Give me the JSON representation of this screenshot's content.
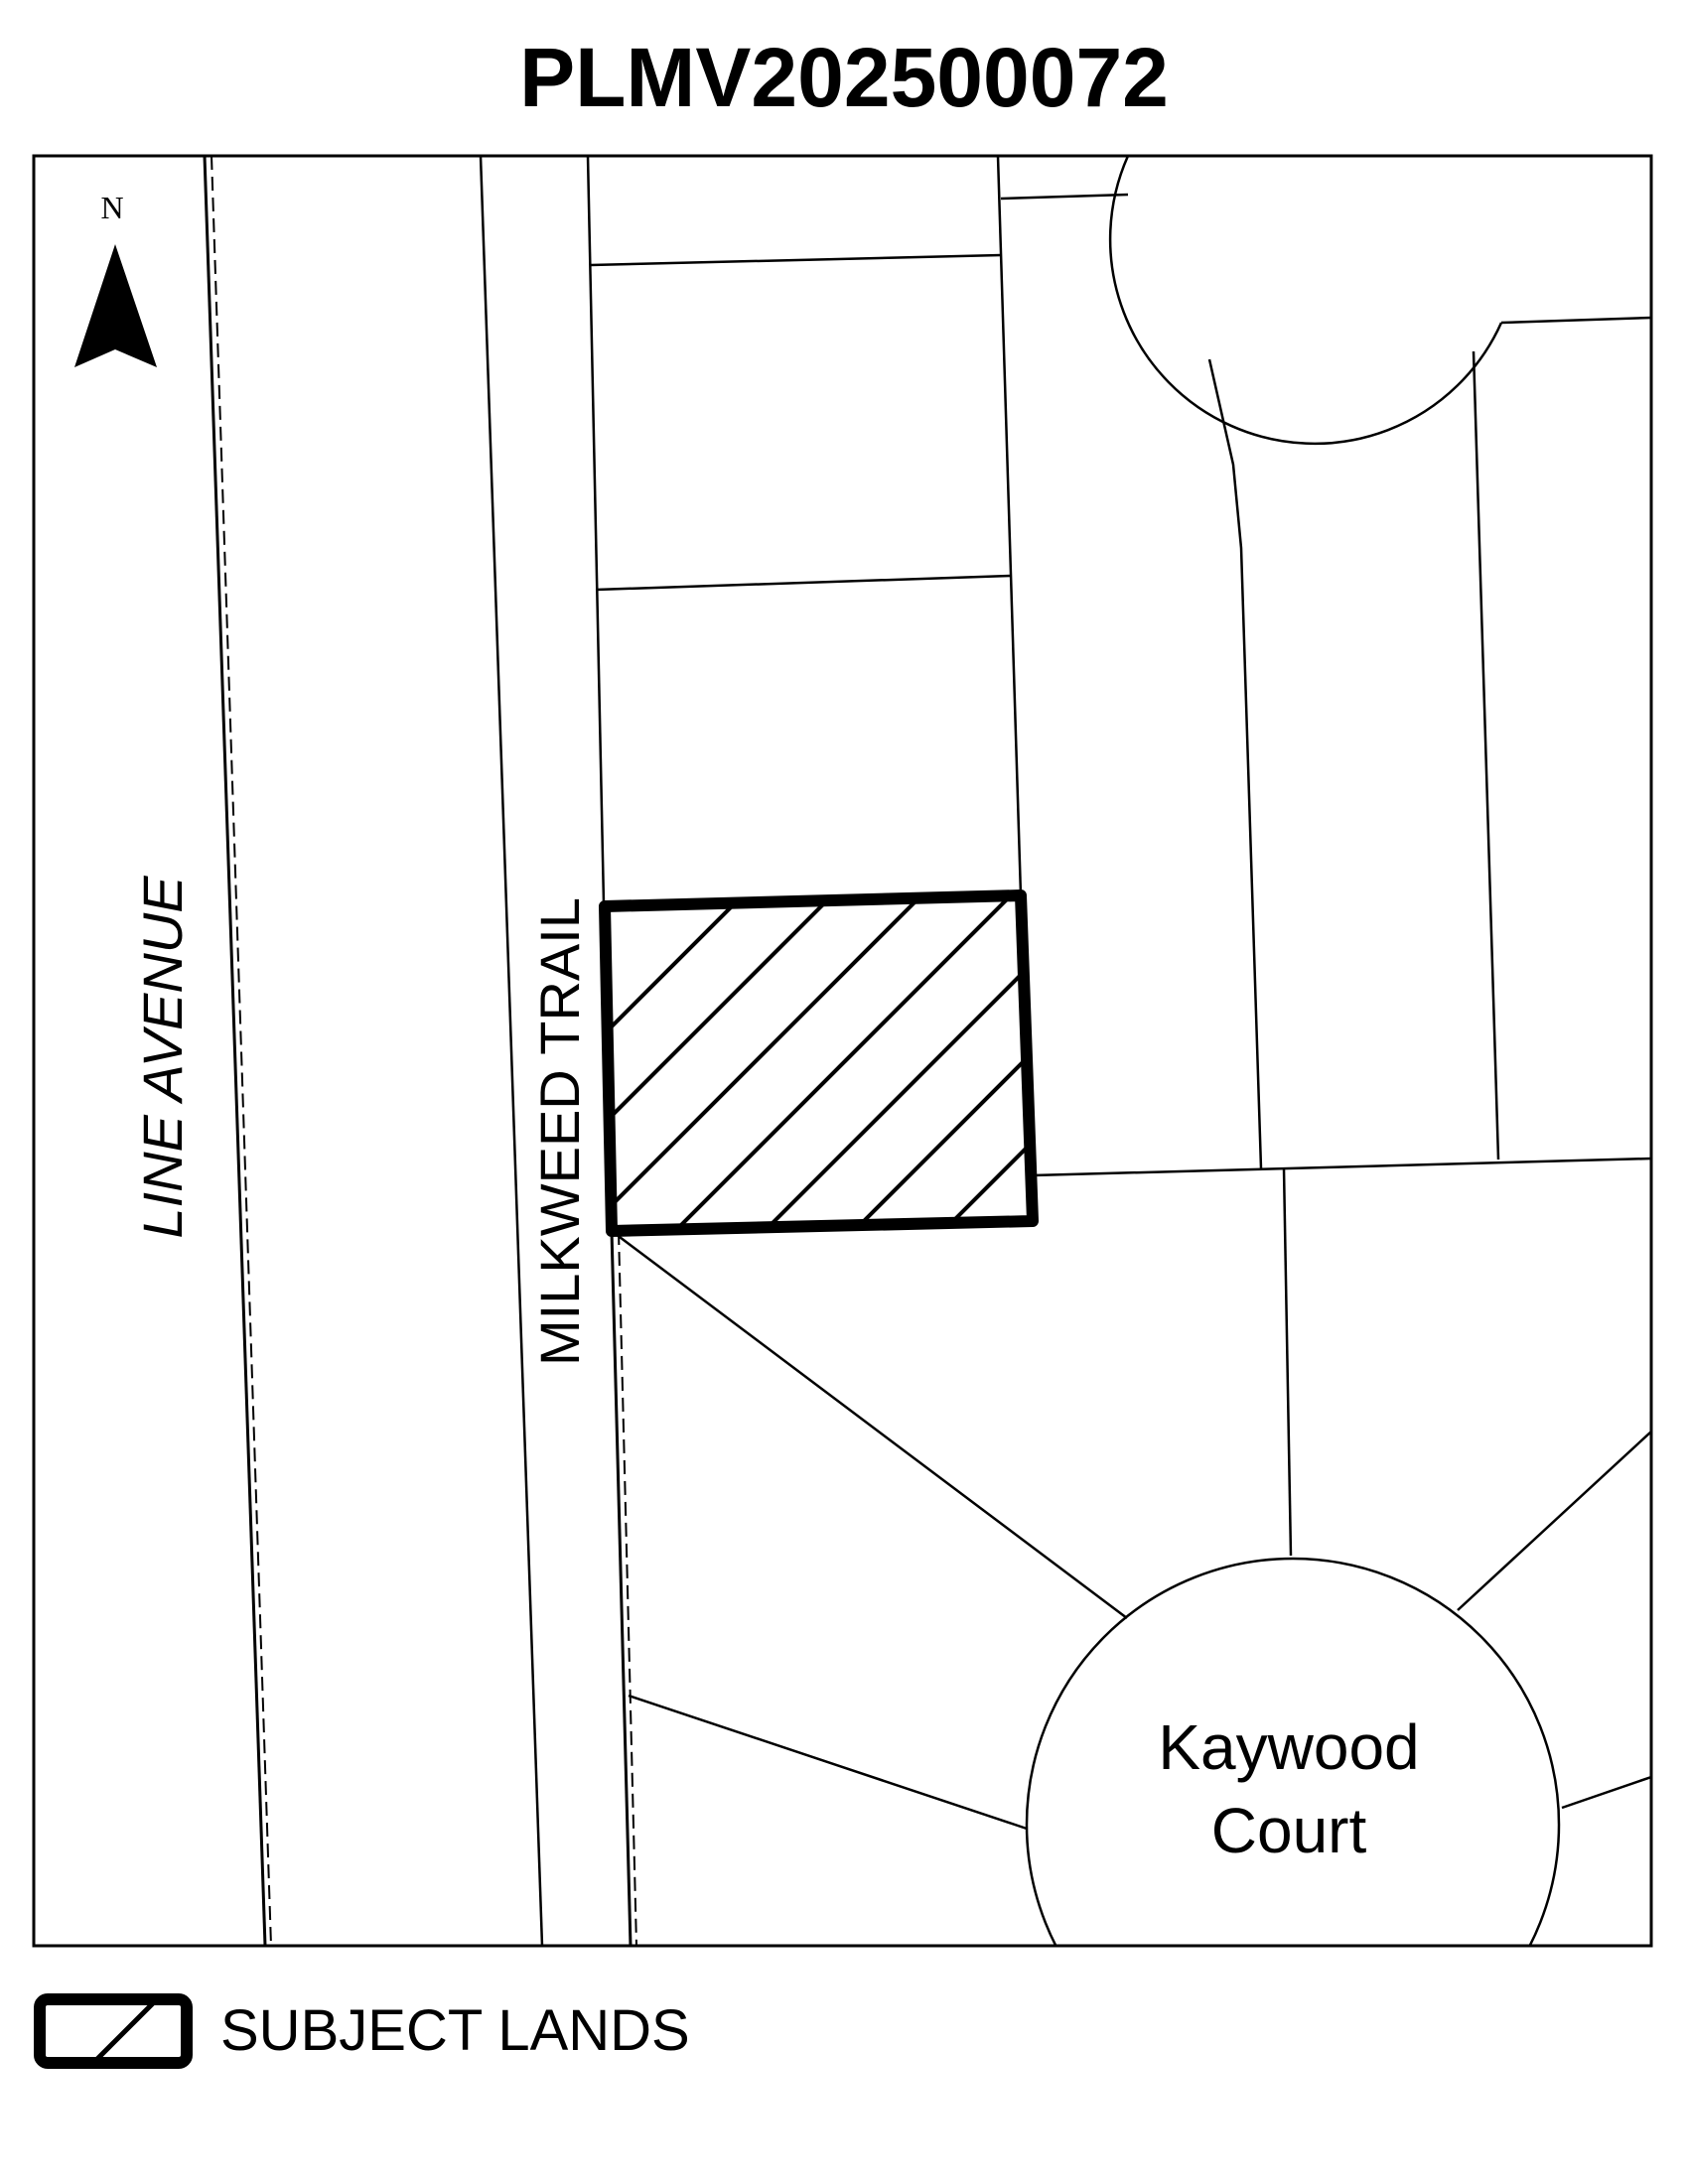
{
  "title": "PLMV202500072",
  "north_arrow": {
    "letter": "N",
    "icon": "north-arrow-icon"
  },
  "streets": [
    {
      "id": "line-avenue",
      "label": "LINE AVENUE"
    },
    {
      "id": "milkweed-trail",
      "label": "MILKWEED TRAIL"
    }
  ],
  "court": {
    "line1": "Kaywood",
    "line2": "Court"
  },
  "legend": {
    "label": "SUBJECT LANDS",
    "icon": "hatched-box-icon"
  },
  "colors": {
    "ink": "#000000",
    "paper": "#ffffff"
  }
}
